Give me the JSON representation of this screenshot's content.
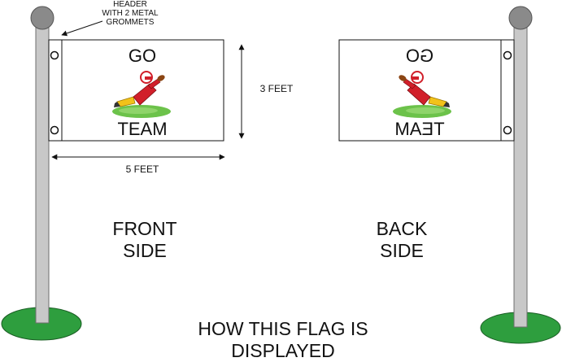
{
  "labels": {
    "header_line1": "HEADER",
    "header_line2": "WITH 2 METAL",
    "header_line3": "GROMMETS",
    "height_dim": "3 FEET",
    "width_dim": "5 FEET",
    "front_line1": "FRONT",
    "front_line2": "SIDE",
    "back_line1": "BACK",
    "back_line2": "SIDE",
    "caption_line1": "HOW THIS FLAG IS",
    "caption_line2": "DISPLAYED"
  },
  "flag": {
    "word_top": "GO",
    "word_bottom": "TEAM"
  },
  "colors": {
    "pole": "#c8c8c8",
    "pole_cap": "#8a8a8a",
    "base_green": "#2e9e3e",
    "jersey_red": "#d11f2a",
    "pants_yellow": "#f2c21a",
    "grass": "#6cc24a"
  },
  "icons": [
    "football-player-icon",
    "grommet-icon"
  ]
}
